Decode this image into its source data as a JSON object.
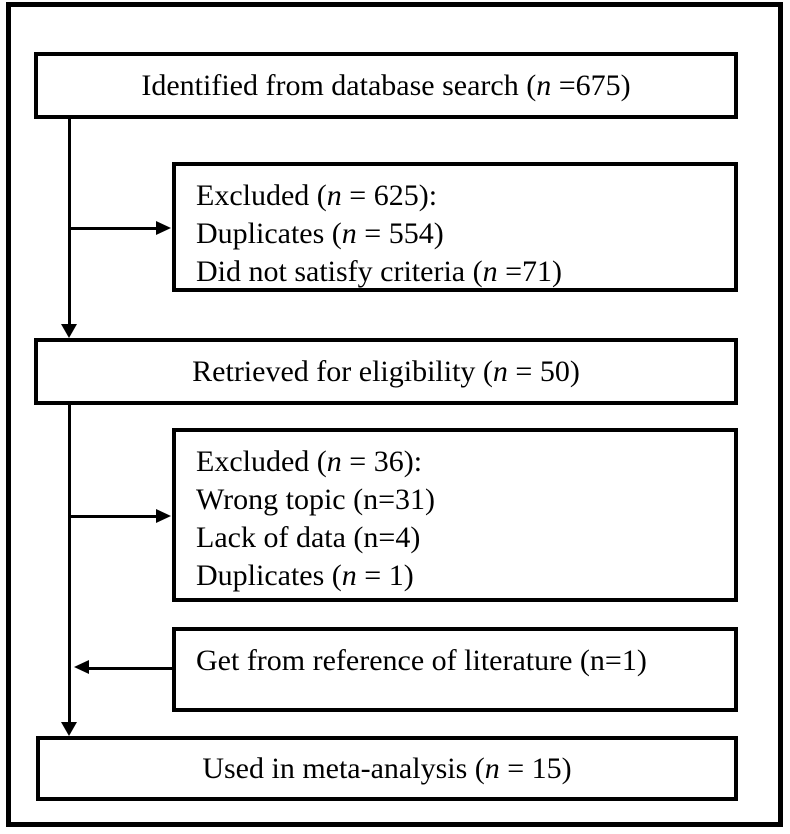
{
  "figure": {
    "type": "flow-diagram",
    "colors": {
      "background": "#ffffff",
      "line": "#000000",
      "text": "#000000"
    },
    "boxes": [
      {
        "name": "identified-box",
        "align": "center",
        "lines": [
          [
            {
              "t": "Identified from database search ("
            },
            {
              "t": "n",
              "italic": true
            },
            {
              "t": " =675)"
            }
          ]
        ]
      },
      {
        "name": "excluded-first-box",
        "align": "left",
        "lines": [
          [
            {
              "t": "Excluded ("
            },
            {
              "t": "n",
              "italic": true
            },
            {
              "t": " = 625):"
            }
          ],
          [
            {
              "t": "Duplicates ("
            },
            {
              "t": "n",
              "italic": true
            },
            {
              "t": " = 554)"
            }
          ],
          [
            {
              "t": "Did not satisfy criteria ("
            },
            {
              "t": "n",
              "italic": true
            },
            {
              "t": " =71)"
            }
          ]
        ]
      },
      {
        "name": "retrieved-box",
        "align": "center",
        "lines": [
          [
            {
              "t": "Retrieved for eligibility ("
            },
            {
              "t": "n",
              "italic": true
            },
            {
              "t": " = 50)"
            }
          ]
        ]
      },
      {
        "name": "excluded-second-box",
        "align": "left",
        "lines": [
          [
            {
              "t": "Excluded ("
            },
            {
              "t": "n",
              "italic": true
            },
            {
              "t": " = 36):"
            }
          ],
          [
            {
              "t": "Wrong topic (n=31)"
            }
          ],
          [
            {
              "t": "Lack of data (n=4)"
            }
          ],
          [
            {
              "t": "Duplicates ("
            },
            {
              "t": "n",
              "italic": true
            },
            {
              "t": " = 1)"
            }
          ]
        ]
      },
      {
        "name": "reference-box",
        "align": "left",
        "lines": [
          [
            {
              "t": "Get from reference of literature (n=1)"
            }
          ]
        ]
      },
      {
        "name": "meta-analysis-box",
        "align": "center",
        "lines": [
          [
            {
              "t": "Used in meta-analysis ("
            },
            {
              "t": "n",
              "italic": true
            },
            {
              "t": " = 15)"
            }
          ]
        ]
      }
    ]
  }
}
